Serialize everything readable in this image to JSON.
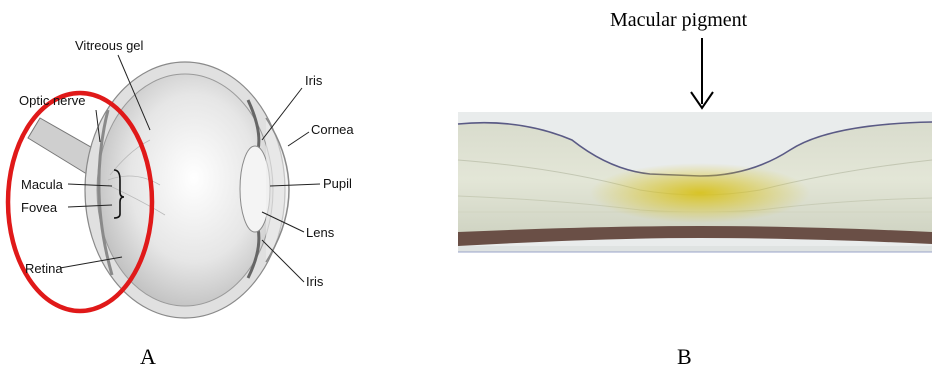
{
  "panel_a": {
    "letter": "A",
    "labels": {
      "vitreous_gel": "Vitreous gel",
      "optic_nerve": "Optic nerve",
      "macula": "Macula",
      "fovea": "Fovea",
      "retina": "Retina",
      "iris_top": "Iris",
      "cornea": "Cornea",
      "pupil": "Pupil",
      "lens": "Lens",
      "iris_bottom": "Iris"
    },
    "highlight_color": "#e01919"
  },
  "panel_b": {
    "letter": "B",
    "title": "Macular pigment",
    "pigment_color": "#d8c21e"
  }
}
